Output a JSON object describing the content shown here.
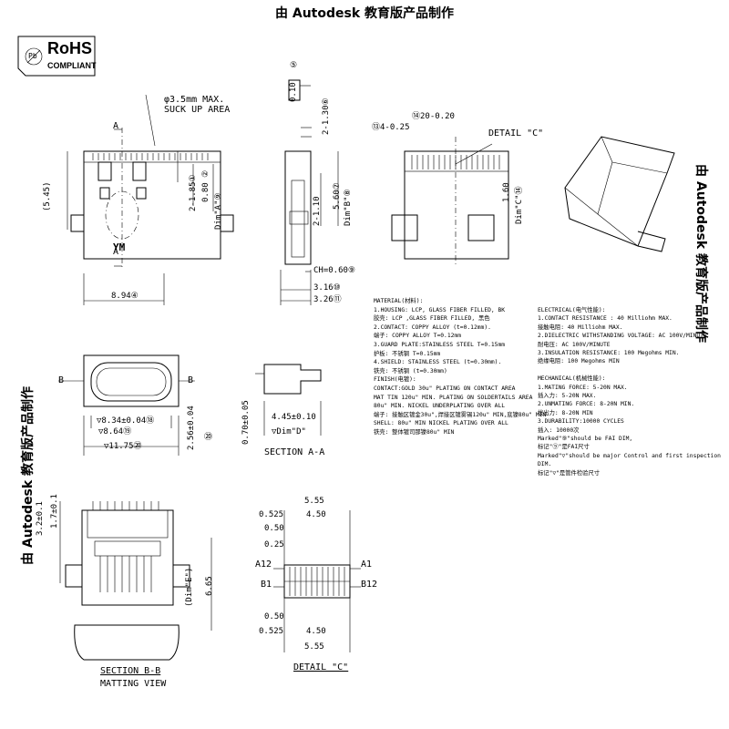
{
  "banner": "由 Autodesk 教育版产品制作",
  "side_banner": "由 Autodesk 教育版产品制作",
  "logo": {
    "rohs": "RoHS",
    "compliant": "COMPLIANT",
    "small": "Pb"
  },
  "front_view": {
    "note": "φ3.5mm MAX.\nSUCK UP AREA",
    "section_a_top": "A",
    "section_a_bottom": "A",
    "marking": "YM",
    "dim_545": "(5.45)",
    "dim_185": "2-1.85①",
    "dim_080": "0.80 ②",
    "dim_A": "Dim\"A\"⑨",
    "dim_894": "8.94④"
  },
  "side_view": {
    "flatness": "0.10",
    "circle_top": "⑤",
    "dim_130": "2-1.30⑥",
    "dim_110": "2-1.10",
    "dim_560": "5.60⑦",
    "dim_B": "Dim\"B\"⑧",
    "dim_ch": "CH=0.60⑨",
    "dim_316": "3.16⑩",
    "dim_326": "3.26⑪"
  },
  "top_view": {
    "dim_4025": "⑬4-0.25",
    "dim_2020": "⑭20-0.20",
    "detail_c": "DETAIL \"C\"",
    "dim_160": "1.60",
    "dim_C": "Dim\"C\"⑭"
  },
  "material_notes": [
    "MATERIAL(材料):",
    "1.HOUSING: LCP, GLASS FIBER FILLED, BK",
    "   胶壳: LCP ,GLASS FIBER FILLED, 黑色",
    "2.CONTACT: COPPY ALLOY (t=0.12mm).",
    "   端子: COPPY ALLOY T=0.12mm",
    "3.GUARD PLATE:STAINLESS STEEL T=0.15mm",
    "   护板: 不锈钢 T=0.15mm",
    "4.SHIELD: STAINLESS STEEL (t=0.30mm).",
    "   铁壳: 不锈钢 (t=0.30mm)",
    "FINISH(电镀):",
    "CONTACT:GOLD 30u\" PLATING ON CONTACT AREA",
    "        MAT TIN 120u\" MIN. PLATING ON SOLDERTAILS AREA",
    "        80u\" MIN. NICKEL UNDERPLATING OVER ALL",
    "   端子: 接触区镀金30u\",焊接区镀雾锡120u\" MIN,底镍80u\" MIN",
    "SHELL: 80u\" MIN NICKEL PLATING OVER ALL",
    "   铁壳: 整体镀司那镍80u\" MIN"
  ],
  "electrical_notes": [
    "ELECTRICAL(电气性能):",
    "1.CONTACT RESISTANCE : 40 Milliohm MAX.",
    "   接触电阻: 40 Milliohm MAX.",
    "2.DIELECTRIC WITHSTANDING VOLTAGE: AC 100V/MINUTE",
    "   耐电压: AC 100V/MINUTE",
    "3.INSULATION RESISTANCE: 100 Megohms MIN.",
    "   绝缘电阻: 100 Megohms MIN",
    "",
    "MECHANICAL(机械性能):",
    "1.MATING FORCE: 5-20N MAX.",
    "   插入力: 5-20N MAX.",
    "2.UNMATING FORCE: 8-20N MIN.",
    "   拔出力: 8-20N MIN",
    "3.DURABILITY:10000 CYCLES",
    "   插入: 10000次",
    "Marked\"⑨\"should be FAI DIM,",
    "标记\"⑨\"是FAI尺寸",
    "Marked\"▽\"should be major Control and first inspection DIM.",
    "标记\"▽\"是管件检验尺寸"
  ],
  "bottom_view": {
    "section_b_left": "B",
    "section_b_right": "B",
    "dim_834": "▽8.34±0.04⑱",
    "dim_864": "▽8.64⑲",
    "dim_1175": "▽11.75⑳",
    "dim_256": "2.56±0.04",
    "circle": "⑳"
  },
  "section_aa": {
    "dim_445": "4.45±0.10",
    "dim_D": "▽Dim\"D\"",
    "dim_070": "0.70±0.05",
    "title": "SECTION A-A"
  },
  "section_bb": {
    "dim_32": "3.2±0.1",
    "dim_17": "1.7±0.1",
    "dim_E": "(Dim\"E\")",
    "dim_665": "6.65",
    "title": "SECTION B-B",
    "subtitle": "MATTING VIEW"
  },
  "detail_view": {
    "dim_555_top": "5.55",
    "dim_450_top": "4.50",
    "dim_0525_top": "0.525",
    "dim_050_top": "0.50",
    "dim_025": "0.25",
    "pin_a12": "A12",
    "pin_a1": "A1",
    "pin_b1": "B1",
    "pin_b12": "B12",
    "dim_050_bot": "0.50",
    "dim_0525_bot": "0.525",
    "dim_450_bot": "4.50",
    "dim_555_bot": "5.55",
    "title": "DETAIL \"C\""
  }
}
